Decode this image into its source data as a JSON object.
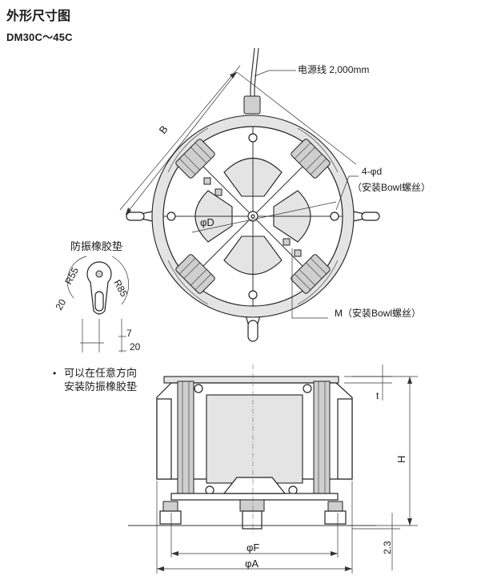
{
  "header": {
    "title": "外形尺寸图",
    "model": "DM30C～45C"
  },
  "top_view": {
    "cable_label": "电源线 2,000mm",
    "dim_b": "B",
    "dim_phi_d_small": "4-φd",
    "mount_note_1": "（安装Bowl螺丝）",
    "dim_phi_D": "φD",
    "dim_m": "M（安装Bowl螺丝）"
  },
  "pad_detail": {
    "title": "防振橡胶垫",
    "r55": "R55",
    "r85": "R85",
    "d20_left": "20",
    "d7": "7",
    "d20_bottom": "20"
  },
  "note": {
    "bullet": "•",
    "line1": "可以在任意方向",
    "line2": "安装防振橡胶垫"
  },
  "side_view": {
    "dim_t": "t",
    "dim_h": "H",
    "dim_23": "2.3",
    "dim_phi_f": "φF",
    "dim_phi_a": "φA"
  }
}
